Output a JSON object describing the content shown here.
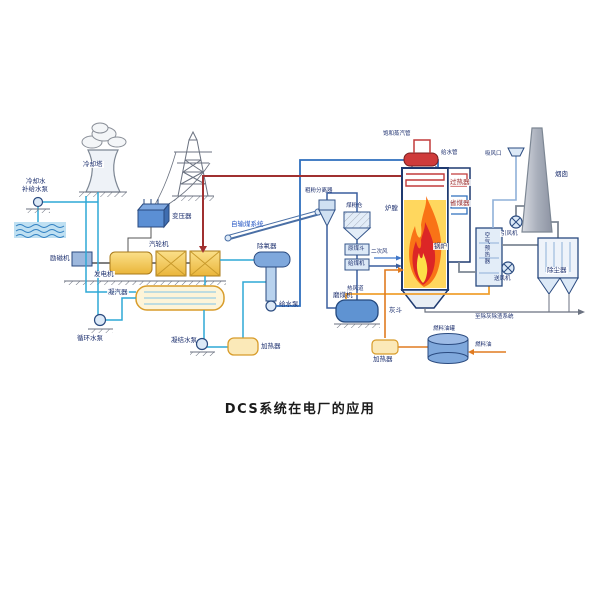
{
  "title": "DCS系统在电厂的应用",
  "colors": {
    "water_pipe": "#2fa8d5",
    "steam_pipe": "#a03030",
    "hot_air": "#f0a030",
    "equipment_yellow": "#f2c84b",
    "flame_orange": "#f97316"
  },
  "labels": {
    "cooling_tower": "冷却塔",
    "cooling_water": "冷却水",
    "makeup_pump": "补给水泵",
    "transformer": "变压器",
    "exciter": "励磁机",
    "generator": "发电机",
    "turbine": "汽轮机",
    "condenser": "凝汽器",
    "circulating_pump": "循环水泵",
    "condensate_pump": "凝结水泵",
    "lp_heater": "加热器",
    "deaerator": "除氧器",
    "feed_pump": "给水泵",
    "coal_conveyor": "自输煤系统",
    "separator": "粗粉分离器",
    "coal_bunker": "煤粉仓",
    "raw_coal_hopper": "原煤斗",
    "coal_feeder": "给煤机",
    "secondary_air": "二次风",
    "coal_mill": "磨煤机",
    "hot_air_duct": "热风道",
    "furnace": "炉膛",
    "superheater": "过热器",
    "economizer": "省煤器",
    "boiler": "锅炉",
    "saturated_steam_pipe": "饱和蒸汽管",
    "feedwater_pipe": "给水管",
    "ash_hopper": "灰斗",
    "air_intake": "吸风口",
    "chimney": "烟囱",
    "id_fan": "引风机",
    "air_preheater": "空气预热器",
    "fd_fan": "送风机",
    "dust_collector": "除尘器",
    "ash_system": "至除灰除渣系统",
    "fuel_tank": "燃料油罐",
    "fuel_oil": "燃料油",
    "oil_heater": "加热器"
  }
}
